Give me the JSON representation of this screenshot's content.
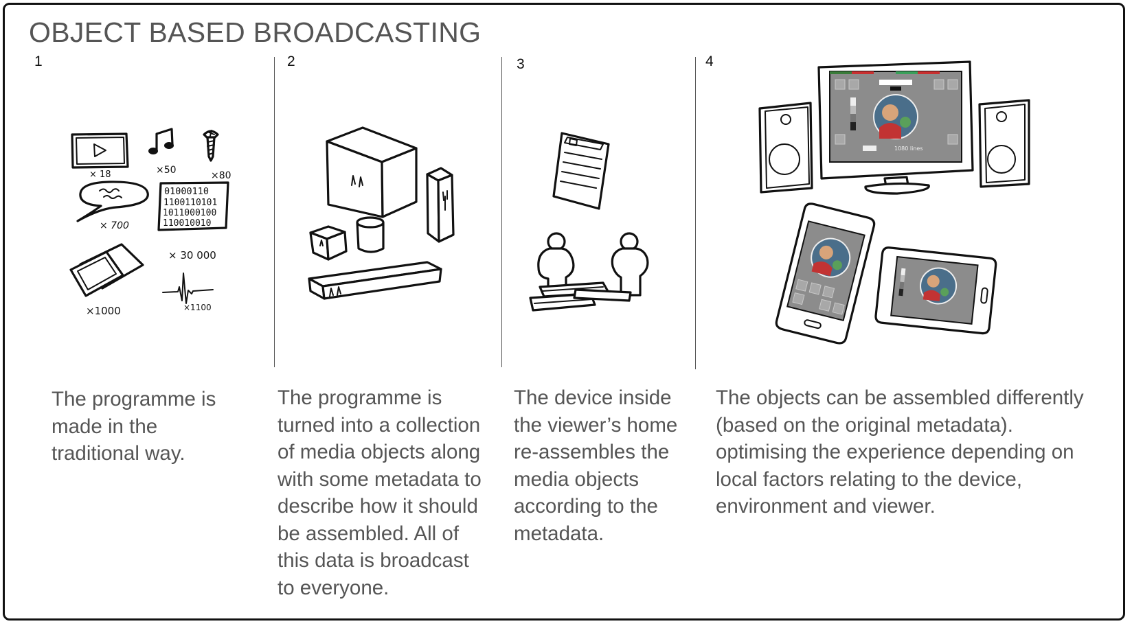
{
  "title": "OBJECT BASED BROADCASTING",
  "panels": [
    {
      "number": "1",
      "caption_lines": [
        "The programme is",
        "made in the",
        "traditional way."
      ],
      "media_counts": {
        "video": "× 18",
        "music": "×50",
        "screw": "×80",
        "speech": "× 700",
        "binary": "× 30 000",
        "photos": "×1000",
        "waveform": "×1100"
      },
      "binary_rows": [
        "01000110",
        "1100110101",
        "1011000100",
        "110010010"
      ]
    },
    {
      "number": "2",
      "caption_lines": [
        "The programme is",
        "turned into a collection",
        "of media objects along",
        "with some metadata to",
        "describe how it should",
        "be assembled.  All of",
        "this data is broadcast",
        "to everyone."
      ]
    },
    {
      "number": "3",
      "caption_lines": [
        "The device inside",
        "the viewer’s home",
        "re-assembles the",
        "media objects",
        "according to the",
        "metadata."
      ]
    },
    {
      "number": "4",
      "caption_lines": [
        "The objects can be assembled differently",
        "(based on the original metadata).",
        "optimising the experience depending on",
        "local factors relating to the device,",
        "environment  and viewer."
      ],
      "tv_screen_text": "1080 lines"
    }
  ]
}
